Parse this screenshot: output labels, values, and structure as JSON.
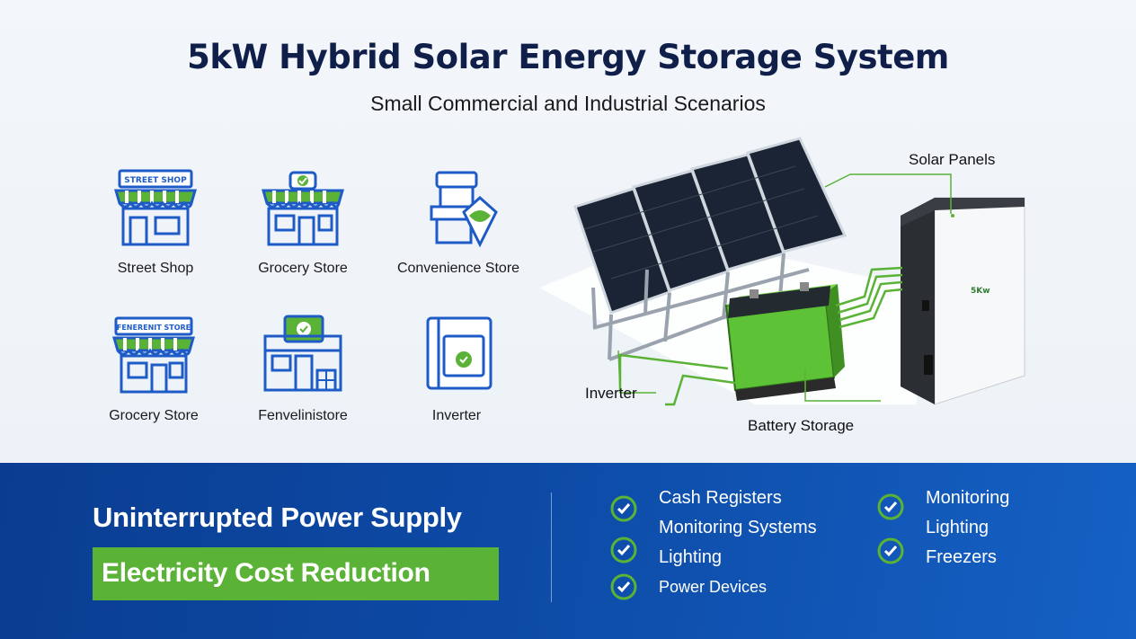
{
  "header": {
    "title": "5kW Hybrid Solar Energy Storage System",
    "subtitle": "Small Commercial and Industrial Scenarios"
  },
  "scenarios": [
    {
      "label": "Street Shop",
      "sign": "STREET SHOP",
      "icon": "street-shop-icon"
    },
    {
      "label": "Grocery Store",
      "icon": "grocery-store-icon"
    },
    {
      "label": "Convenience Store",
      "icon": "convenience-store-icon"
    },
    {
      "label": "Grocery Store",
      "sign": "FENERENIT STORE",
      "icon": "grocery-store-icon"
    },
    {
      "label": "Fenvelinistore",
      "icon": "building-icon"
    },
    {
      "label": "Inverter",
      "icon": "inverter-icon"
    }
  ],
  "illustration": {
    "callouts": {
      "solar": "Solar Panels",
      "inverter": "Inverter",
      "battery": "Battery Storage"
    },
    "brand": "5Kw"
  },
  "colors": {
    "navy": "#0f1f4a",
    "blue": "#1e5bc6",
    "green": "#5ab236",
    "band": "#0d4aa6"
  },
  "bottom": {
    "headline": "Uninterrupted Power Supply",
    "highlight": "Electricity Cost Reduction",
    "list_left": [
      "Cash Registers",
      "Monitoring Systems",
      "Lighting",
      "Power Devices"
    ],
    "list_right": [
      "Monitoring",
      "Lighting",
      "Freezers"
    ]
  }
}
